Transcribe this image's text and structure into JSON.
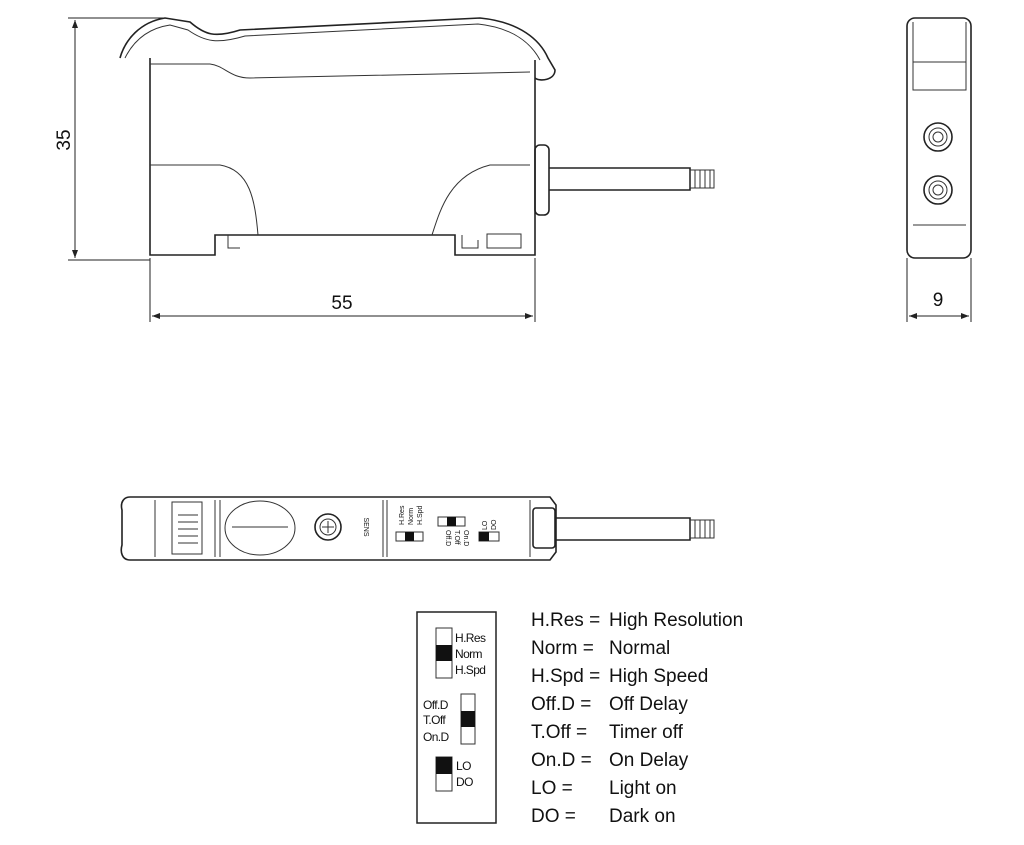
{
  "dimensions": {
    "height": "35",
    "width": "55",
    "depth": "9"
  },
  "top_view": {
    "sens_label": "SENS",
    "switch1_labels": [
      "H.Res",
      "Norm",
      "H.Spd"
    ],
    "switch2_labels": [
      "Off.D",
      "T.Off",
      "On.D"
    ],
    "switch3_labels": [
      "LO",
      "DO"
    ]
  },
  "legend_box": {
    "switch1_labels": [
      "H.Res",
      "Norm",
      "H.Spd"
    ],
    "switch2_labels": [
      "Off.D",
      "T.Off",
      "On.D"
    ],
    "switch3_labels": [
      "LO",
      "DO"
    ]
  },
  "legend": [
    {
      "abbr": "H.Res =",
      "meaning": "High Resolution"
    },
    {
      "abbr": "Norm =",
      "meaning": "Normal"
    },
    {
      "abbr": "H.Spd =",
      "meaning": "High Speed"
    },
    {
      "abbr": "Off.D =",
      "meaning": "Off Delay"
    },
    {
      "abbr": "T.Off =",
      "meaning": "Timer off"
    },
    {
      "abbr": "On.D =",
      "meaning": "On Delay"
    },
    {
      "abbr": "LO =",
      "meaning": "Light on"
    },
    {
      "abbr": "DO =",
      "meaning": "Dark on"
    }
  ]
}
